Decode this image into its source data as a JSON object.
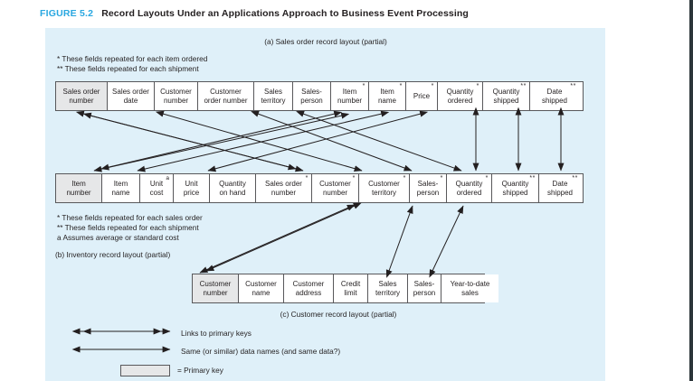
{
  "caption": {
    "figure_number": "FIGURE 5.2",
    "title": "Record Layouts Under an Applications Approach to Business Event Processing",
    "accent_color": "#29a7e0"
  },
  "panel": {
    "background_color": "#dff0f9"
  },
  "sales_order": {
    "caption": "(a) Sales order record layout (partial)",
    "notes": [
      "* These fields repeated for each item ordered",
      "** These fields repeated for each shipment"
    ],
    "fields": [
      {
        "line1": "Sales order",
        "line2": "number",
        "mark": "",
        "pk": true
      },
      {
        "line1": "Sales order",
        "line2": "date",
        "mark": "",
        "pk": false
      },
      {
        "line1": "Customer",
        "line2": "number",
        "mark": "",
        "pk": false
      },
      {
        "line1": "Customer",
        "line2": "order number",
        "mark": "",
        "pk": false
      },
      {
        "line1": "Sales",
        "line2": "territory",
        "mark": "",
        "pk": false
      },
      {
        "line1": "Sales-",
        "line2": "person",
        "mark": "",
        "pk": false
      },
      {
        "line1": "Item",
        "line2": "number",
        "mark": "*",
        "pk": false
      },
      {
        "line1": "Item",
        "line2": "name",
        "mark": "*",
        "pk": false
      },
      {
        "line1": "Price",
        "line2": "",
        "mark": "*",
        "pk": false
      },
      {
        "line1": "Quantity",
        "line2": "ordered",
        "mark": "*",
        "pk": false
      },
      {
        "line1": "Quantity",
        "line2": "shipped",
        "mark": "**",
        "pk": false
      },
      {
        "line1": "Date",
        "line2": "shipped",
        "mark": "**",
        "pk": false
      }
    ]
  },
  "inventory": {
    "caption": "(b) Inventory record layout (partial)",
    "notes": [
      "* These fields repeated for each sales order",
      "** These fields repeated for each shipment",
      "a  Assumes average or standard cost"
    ],
    "fields": [
      {
        "line1": "Item",
        "line2": "number",
        "mark": "",
        "pk": true
      },
      {
        "line1": "Item",
        "line2": "name",
        "mark": "",
        "pk": false
      },
      {
        "line1": "Unit",
        "line2": "cost",
        "mark": "a",
        "pk": false
      },
      {
        "line1": "Unit",
        "line2": "price",
        "mark": "",
        "pk": false
      },
      {
        "line1": "Quantity",
        "line2": "on hand",
        "mark": "",
        "pk": false
      },
      {
        "line1": "Sales order",
        "line2": "number",
        "mark": "*",
        "pk": false
      },
      {
        "line1": "Customer",
        "line2": "number",
        "mark": "*",
        "pk": false
      },
      {
        "line1": "Customer",
        "line2": "territory",
        "mark": "*",
        "pk": false
      },
      {
        "line1": "Sales-",
        "line2": "person",
        "mark": "*",
        "pk": false
      },
      {
        "line1": "Quantity",
        "line2": "ordered",
        "mark": "*",
        "pk": false
      },
      {
        "line1": "Quantity",
        "line2": "shipped",
        "mark": "**",
        "pk": false
      },
      {
        "line1": "Date",
        "line2": "shipped",
        "mark": "**",
        "pk": false
      }
    ]
  },
  "customer": {
    "caption": "(c) Customer record layout (partial)",
    "fields": [
      {
        "line1": "Customer",
        "line2": "number",
        "mark": "",
        "pk": true
      },
      {
        "line1": "Customer",
        "line2": "name",
        "mark": "",
        "pk": false
      },
      {
        "line1": "Customer",
        "line2": "address",
        "mark": "",
        "pk": false
      },
      {
        "line1": "Credit",
        "line2": "limit",
        "mark": "",
        "pk": false
      },
      {
        "line1": "Sales",
        "line2": "territory",
        "mark": "",
        "pk": false
      },
      {
        "line1": "Sales-",
        "line2": "person",
        "mark": "",
        "pk": false
      },
      {
        "line1": "Year-to-date",
        "line2": "sales",
        "mark": "",
        "pk": false
      }
    ]
  },
  "legend": {
    "items": [
      {
        "symbol": "double-arrow-double-head",
        "label": "Links to primary keys"
      },
      {
        "symbol": "double-arrow",
        "label": "Same (or similar) data names (and same data?)"
      },
      {
        "symbol": "shaded-box",
        "label": "= Primary key"
      }
    ]
  }
}
